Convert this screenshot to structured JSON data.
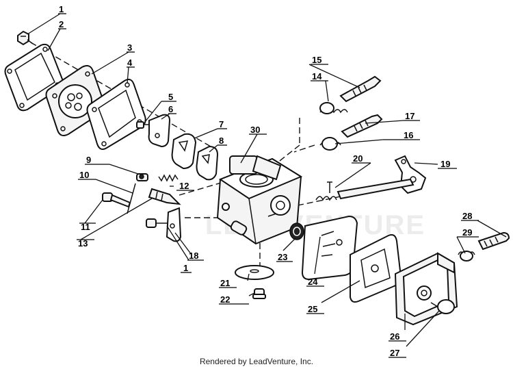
{
  "callouts": {
    "n1": "1",
    "n2": "2",
    "n3": "3",
    "n4": "4",
    "n5": "5",
    "n6": "6",
    "n7": "7",
    "n8": "8",
    "n9": "9",
    "n10": "10",
    "n11": "11",
    "n12": "12",
    "n13": "13",
    "n14": "14",
    "n15": "15",
    "n16": "16",
    "n17": "17",
    "n18": "18",
    "n19": "19",
    "n20": "20",
    "n21": "21",
    "n22": "22",
    "n23": "23",
    "n24": "24",
    "n25": "25",
    "n26": "26",
    "n27": "27",
    "n28": "28",
    "n29": "29",
    "n30": "30",
    "n1b": "1"
  },
  "watermark": "LEADVENTURE",
  "footer": {
    "credit": "Rendered by LeadVenture, Inc."
  }
}
